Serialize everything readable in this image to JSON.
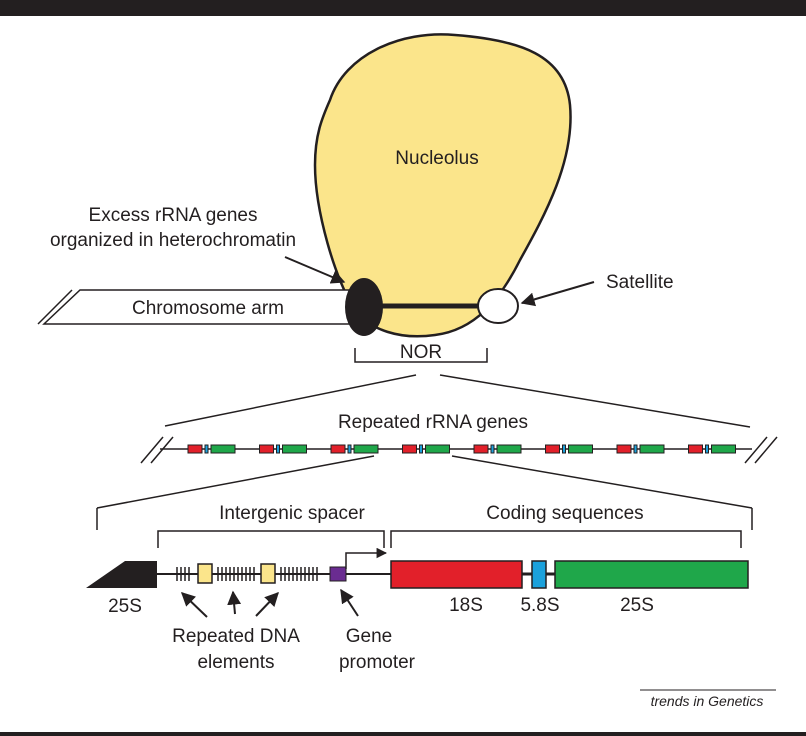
{
  "labels": {
    "nucleolus": "Nucleolus",
    "excess_line1": "Excess rRNA genes",
    "excess_line2": "organized in heterochromatin",
    "chromosome_arm": "Chromosome arm",
    "satellite": "Satellite",
    "nor": "NOR",
    "repeated_rrna": "Repeated rRNA genes",
    "intergenic_spacer": "Intergenic spacer",
    "coding_sequences": "Coding sequences",
    "left_25s": "25S",
    "s18": "18S",
    "s58": "5.8S",
    "s25": "25S",
    "repeated_dna_line1": "Repeated DNA",
    "repeated_dna_line2": "elements",
    "promoter_line1": "Gene",
    "promoter_line2": "promoter",
    "credit": "trends in Genetics"
  },
  "colors": {
    "nucleolus_fill": "#fbe58b",
    "black": "#231f20",
    "red_18s": "#e2202a",
    "blue_58s": "#1ba1dc",
    "green_25s": "#1fa74a",
    "element_yellow": "#fbe58b",
    "promoter_purple": "#6a2c91"
  },
  "repeat_unit_count": 8
}
